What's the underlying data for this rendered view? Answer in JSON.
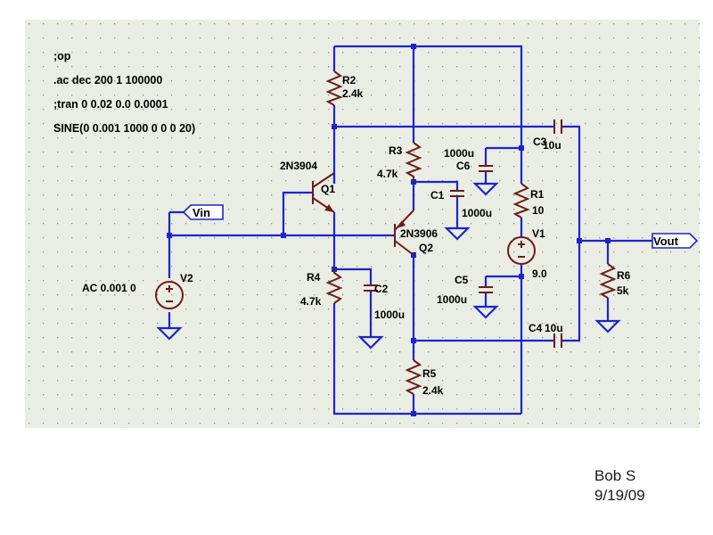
{
  "directives": {
    "op": ";op",
    "ac": ".ac dec 200 1 100000",
    "tran": ";tran 0 0.02 0.0 0.0001",
    "sine": "SINE(0 0.001 1000 0 0 0 20)"
  },
  "net_flags": {
    "vin": "Vin",
    "vout": "Vout"
  },
  "components": {
    "r2": {
      "name": "R2",
      "value": "2.4k"
    },
    "r3": {
      "name": "R3",
      "value": "4.7k"
    },
    "r4": {
      "name": "R4",
      "value": "4.7k"
    },
    "r5": {
      "name": "R5",
      "value": "2.4k"
    },
    "r1": {
      "name": "R1",
      "value": "10"
    },
    "r6": {
      "name": "R6",
      "value": "5k"
    },
    "c1": {
      "name": "C1",
      "value": "1000u"
    },
    "c2": {
      "name": "C2",
      "value": "1000u"
    },
    "c3": {
      "name": "C3",
      "value": "10u"
    },
    "c4": {
      "name": "C4",
      "value": "10u"
    },
    "c5": {
      "name": "C5",
      "value": "1000u"
    },
    "c6": {
      "name": "C6",
      "value": "1000u"
    },
    "q1": {
      "name": "Q1",
      "model": "2N3904"
    },
    "q2": {
      "name": "Q2",
      "model": "2N3906"
    },
    "v1": {
      "name": "V1",
      "value": "9.0"
    },
    "v2": {
      "name": "V2",
      "value": "AC 0.001 0"
    }
  },
  "signature": {
    "author": "Bob S",
    "date": "9/19/09"
  },
  "colors": {
    "background": "#e9ede3",
    "grid": "#8b8b8b",
    "wire": "#1c25c8",
    "component": "#6e1b1b"
  }
}
